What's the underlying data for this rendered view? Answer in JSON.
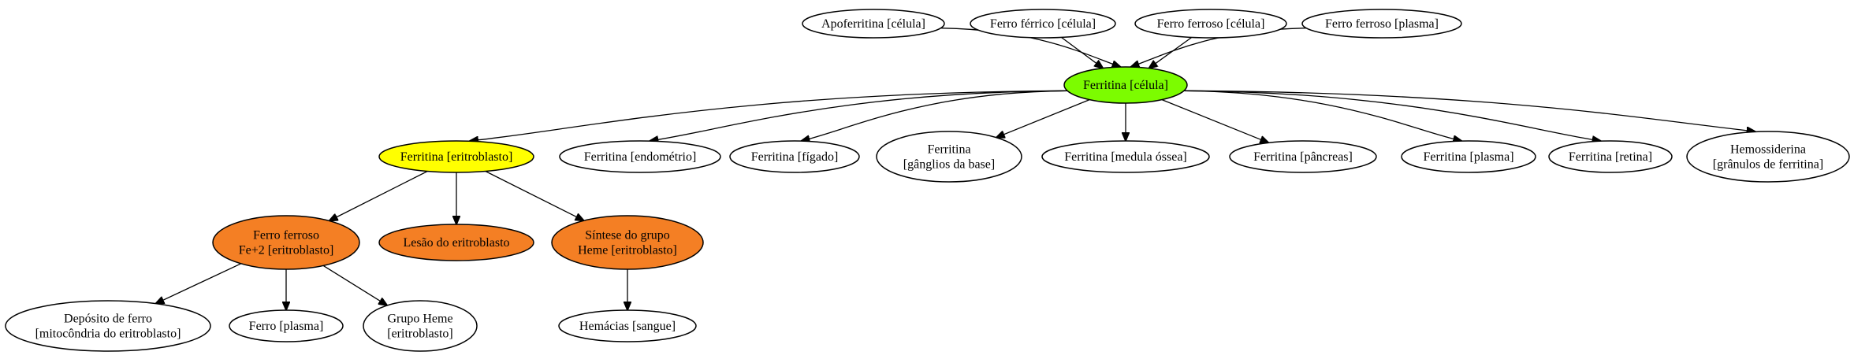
{
  "colors": {
    "default_fill": "#ffffff",
    "highlight_green": "#7cfc00",
    "highlight_yellow": "#ffff00",
    "highlight_orange": "#f47f24",
    "stroke": "#000000"
  },
  "nodes": [
    {
      "id": "apoferritina-celula",
      "lines": [
        "Apoferritina [célula]"
      ],
      "fill": "default_fill"
    },
    {
      "id": "ferro-ferrico-celula",
      "lines": [
        "Ferro férrico [célula]"
      ],
      "fill": "default_fill"
    },
    {
      "id": "ferro-ferroso-celula",
      "lines": [
        "Ferro ferroso [célula]"
      ],
      "fill": "default_fill"
    },
    {
      "id": "ferro-ferroso-plasma",
      "lines": [
        "Ferro ferroso [plasma]"
      ],
      "fill": "default_fill"
    },
    {
      "id": "ferritina-celula",
      "lines": [
        "Ferritina [célula]"
      ],
      "fill": "highlight_green"
    },
    {
      "id": "ferritina-eritroblasto",
      "lines": [
        "Ferritina [eritroblasto]"
      ],
      "fill": "highlight_yellow"
    },
    {
      "id": "ferritina-endometrio",
      "lines": [
        "Ferritina [endométrio]"
      ],
      "fill": "default_fill"
    },
    {
      "id": "ferritina-figado",
      "lines": [
        "Ferritina [fígado]"
      ],
      "fill": "default_fill"
    },
    {
      "id": "ferritina-ganglios",
      "lines": [
        "Ferritina",
        "[gânglios da base]"
      ],
      "fill": "default_fill"
    },
    {
      "id": "ferritina-medula",
      "lines": [
        "Ferritina [medula óssea]"
      ],
      "fill": "default_fill"
    },
    {
      "id": "ferritina-pancreas",
      "lines": [
        "Ferritina [pâncreas]"
      ],
      "fill": "default_fill"
    },
    {
      "id": "ferritina-plasma",
      "lines": [
        "Ferritina [plasma]"
      ],
      "fill": "default_fill"
    },
    {
      "id": "ferritina-retina",
      "lines": [
        "Ferritina [retina]"
      ],
      "fill": "default_fill"
    },
    {
      "id": "hemossiderina",
      "lines": [
        "Hemossiderina",
        "[grânulos de ferritina]"
      ],
      "fill": "default_fill"
    },
    {
      "id": "ferro-ferroso-eritroblasto",
      "lines": [
        "Ferro ferroso",
        "Fe+2 [eritroblasto]"
      ],
      "fill": "highlight_orange"
    },
    {
      "id": "lesao-eritroblasto",
      "lines": [
        "Lesão do eritroblasto"
      ],
      "fill": "highlight_orange"
    },
    {
      "id": "sintese-heme",
      "lines": [
        "Síntese do grupo",
        "Heme [eritroblasto]"
      ],
      "fill": "highlight_orange"
    },
    {
      "id": "deposito-ferro",
      "lines": [
        "Depósito de ferro",
        "[mitocôndria do eritroblasto]"
      ],
      "fill": "default_fill"
    },
    {
      "id": "ferro-plasma",
      "lines": [
        "Ferro [plasma]"
      ],
      "fill": "default_fill"
    },
    {
      "id": "grupo-heme",
      "lines": [
        "Grupo Heme",
        "[eritroblasto]"
      ],
      "fill": "default_fill"
    },
    {
      "id": "hemacias-sangue",
      "lines": [
        "Hemácias [sangue]"
      ],
      "fill": "default_fill"
    }
  ],
  "edges": [
    {
      "from": "apoferritina-celula",
      "to": "ferritina-celula"
    },
    {
      "from": "ferro-ferrico-celula",
      "to": "ferritina-celula"
    },
    {
      "from": "ferro-ferroso-celula",
      "to": "ferritina-celula"
    },
    {
      "from": "ferro-ferroso-plasma",
      "to": "ferritina-celula"
    },
    {
      "from": "ferritina-celula",
      "to": "ferritina-eritroblasto"
    },
    {
      "from": "ferritina-celula",
      "to": "ferritina-endometrio"
    },
    {
      "from": "ferritina-celula",
      "to": "ferritina-figado"
    },
    {
      "from": "ferritina-celula",
      "to": "ferritina-ganglios"
    },
    {
      "from": "ferritina-celula",
      "to": "ferritina-medula"
    },
    {
      "from": "ferritina-celula",
      "to": "ferritina-pancreas"
    },
    {
      "from": "ferritina-celula",
      "to": "ferritina-plasma"
    },
    {
      "from": "ferritina-celula",
      "to": "ferritina-retina"
    },
    {
      "from": "ferritina-celula",
      "to": "hemossiderina"
    },
    {
      "from": "ferritina-eritroblasto",
      "to": "ferro-ferroso-eritroblasto"
    },
    {
      "from": "ferritina-eritroblasto",
      "to": "lesao-eritroblasto"
    },
    {
      "from": "ferritina-eritroblasto",
      "to": "sintese-heme"
    },
    {
      "from": "ferro-ferroso-eritroblasto",
      "to": "deposito-ferro"
    },
    {
      "from": "ferro-ferroso-eritroblasto",
      "to": "ferro-plasma"
    },
    {
      "from": "ferro-ferroso-eritroblasto",
      "to": "grupo-heme"
    },
    {
      "from": "sintese-heme",
      "to": "hemacias-sangue"
    }
  ]
}
